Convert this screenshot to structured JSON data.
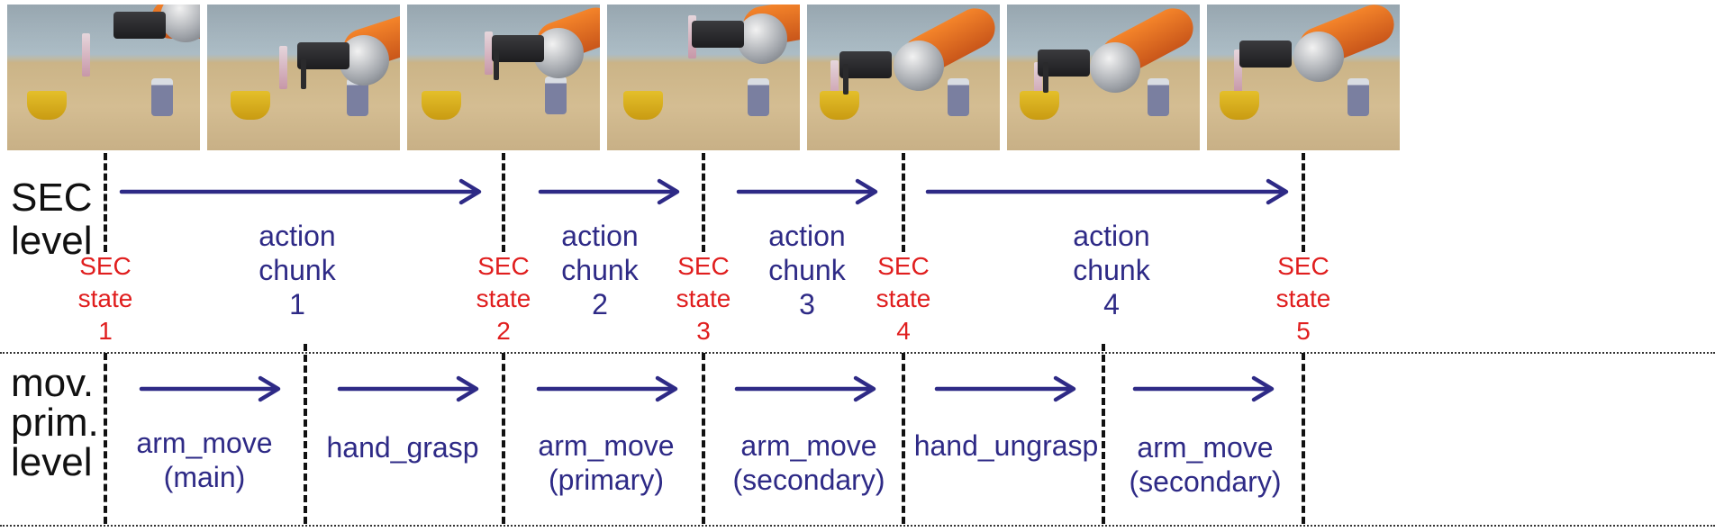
{
  "colors": {
    "arrow": "#2e2a86",
    "chunk_text": "#2e2a86",
    "sec_state_text": "#e01e1e",
    "divider": "#111111"
  },
  "levels": {
    "sec": [
      "SEC",
      "level"
    ],
    "mov": [
      "mov.",
      "prim.",
      "level"
    ]
  },
  "action_chunks": [
    {
      "lines": [
        "action",
        "chunk",
        "1"
      ]
    },
    {
      "lines": [
        "action",
        "chunk",
        "2"
      ]
    },
    {
      "lines": [
        "action",
        "chunk",
        "3"
      ]
    },
    {
      "lines": [
        "action",
        "chunk",
        "4"
      ]
    }
  ],
  "sec_states": [
    {
      "lines": [
        "SEC",
        "state",
        "1"
      ]
    },
    {
      "lines": [
        "SEC",
        "state",
        "2"
      ]
    },
    {
      "lines": [
        "SEC",
        "state",
        "3"
      ]
    },
    {
      "lines": [
        "SEC",
        "state",
        "4"
      ]
    },
    {
      "lines": [
        "SEC",
        "state",
        "5"
      ]
    }
  ],
  "movement_primitives": [
    {
      "lines": [
        "arm_move",
        "(main)"
      ]
    },
    {
      "lines": [
        "hand_grasp"
      ]
    },
    {
      "lines": [
        "arm_move",
        "(primary)"
      ]
    },
    {
      "lines": [
        "arm_move",
        "(secondary)"
      ]
    },
    {
      "lines": [
        "hand_ungrasp"
      ]
    },
    {
      "lines": [
        "arm_move",
        "(secondary)"
      ]
    }
  ],
  "frames": [
    {
      "icon": "robot-frame-icon"
    },
    {
      "icon": "robot-frame-icon"
    },
    {
      "icon": "robot-frame-icon"
    },
    {
      "icon": "robot-frame-icon"
    },
    {
      "icon": "robot-frame-icon"
    },
    {
      "icon": "robot-frame-icon"
    },
    {
      "icon": "robot-frame-icon"
    }
  ]
}
